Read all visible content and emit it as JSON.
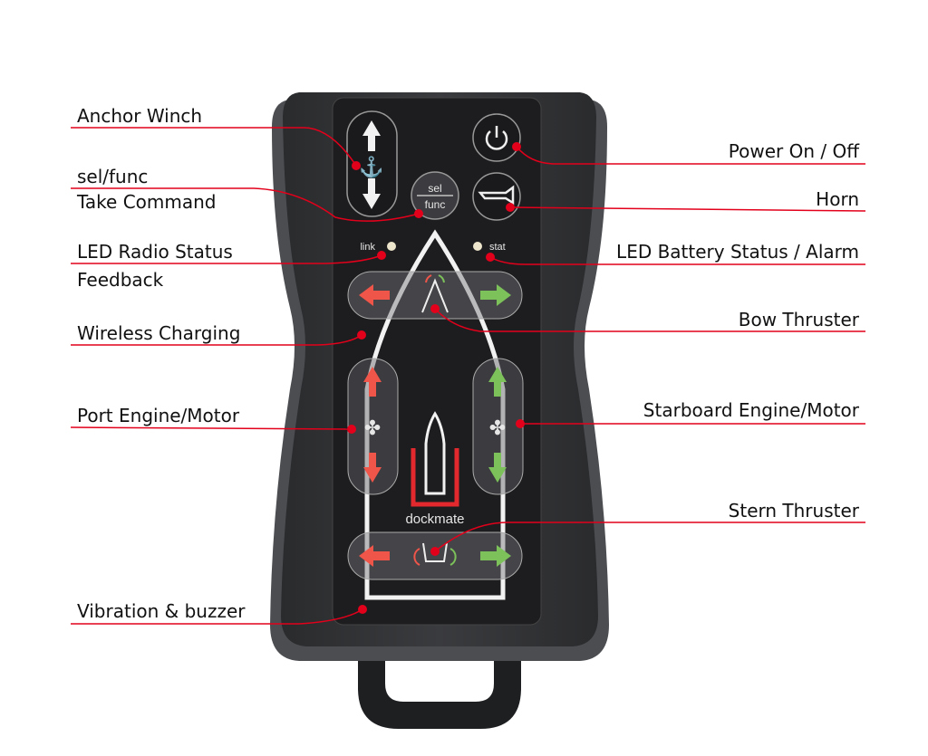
{
  "device": {
    "brand": "dockmate",
    "button_sel": "sel",
    "button_func": "func",
    "led_link": "link",
    "led_stat": "stat"
  },
  "labels_left": {
    "anchor_winch": "Anchor Winch",
    "sel_func": "sel/func",
    "take_command": "Take Command",
    "led_radio_status": "LED Radio Status",
    "feedback": "Feedback",
    "wireless_charging": "Wireless Charging",
    "port_engine": "Port Engine/Motor",
    "vibration_buzzer": "Vibration & buzzer"
  },
  "labels_right": {
    "power": "Power On / Off",
    "horn": "Horn",
    "led_battery": "LED Battery Status / Alarm",
    "bow_thruster": "Bow Thruster",
    "starboard_engine": "Starboard Engine/Motor",
    "stern_thruster": "Stern Thruster"
  },
  "colors": {
    "callout": "#e3001b",
    "port": "#f0554a",
    "starboard": "#7cc15a"
  }
}
